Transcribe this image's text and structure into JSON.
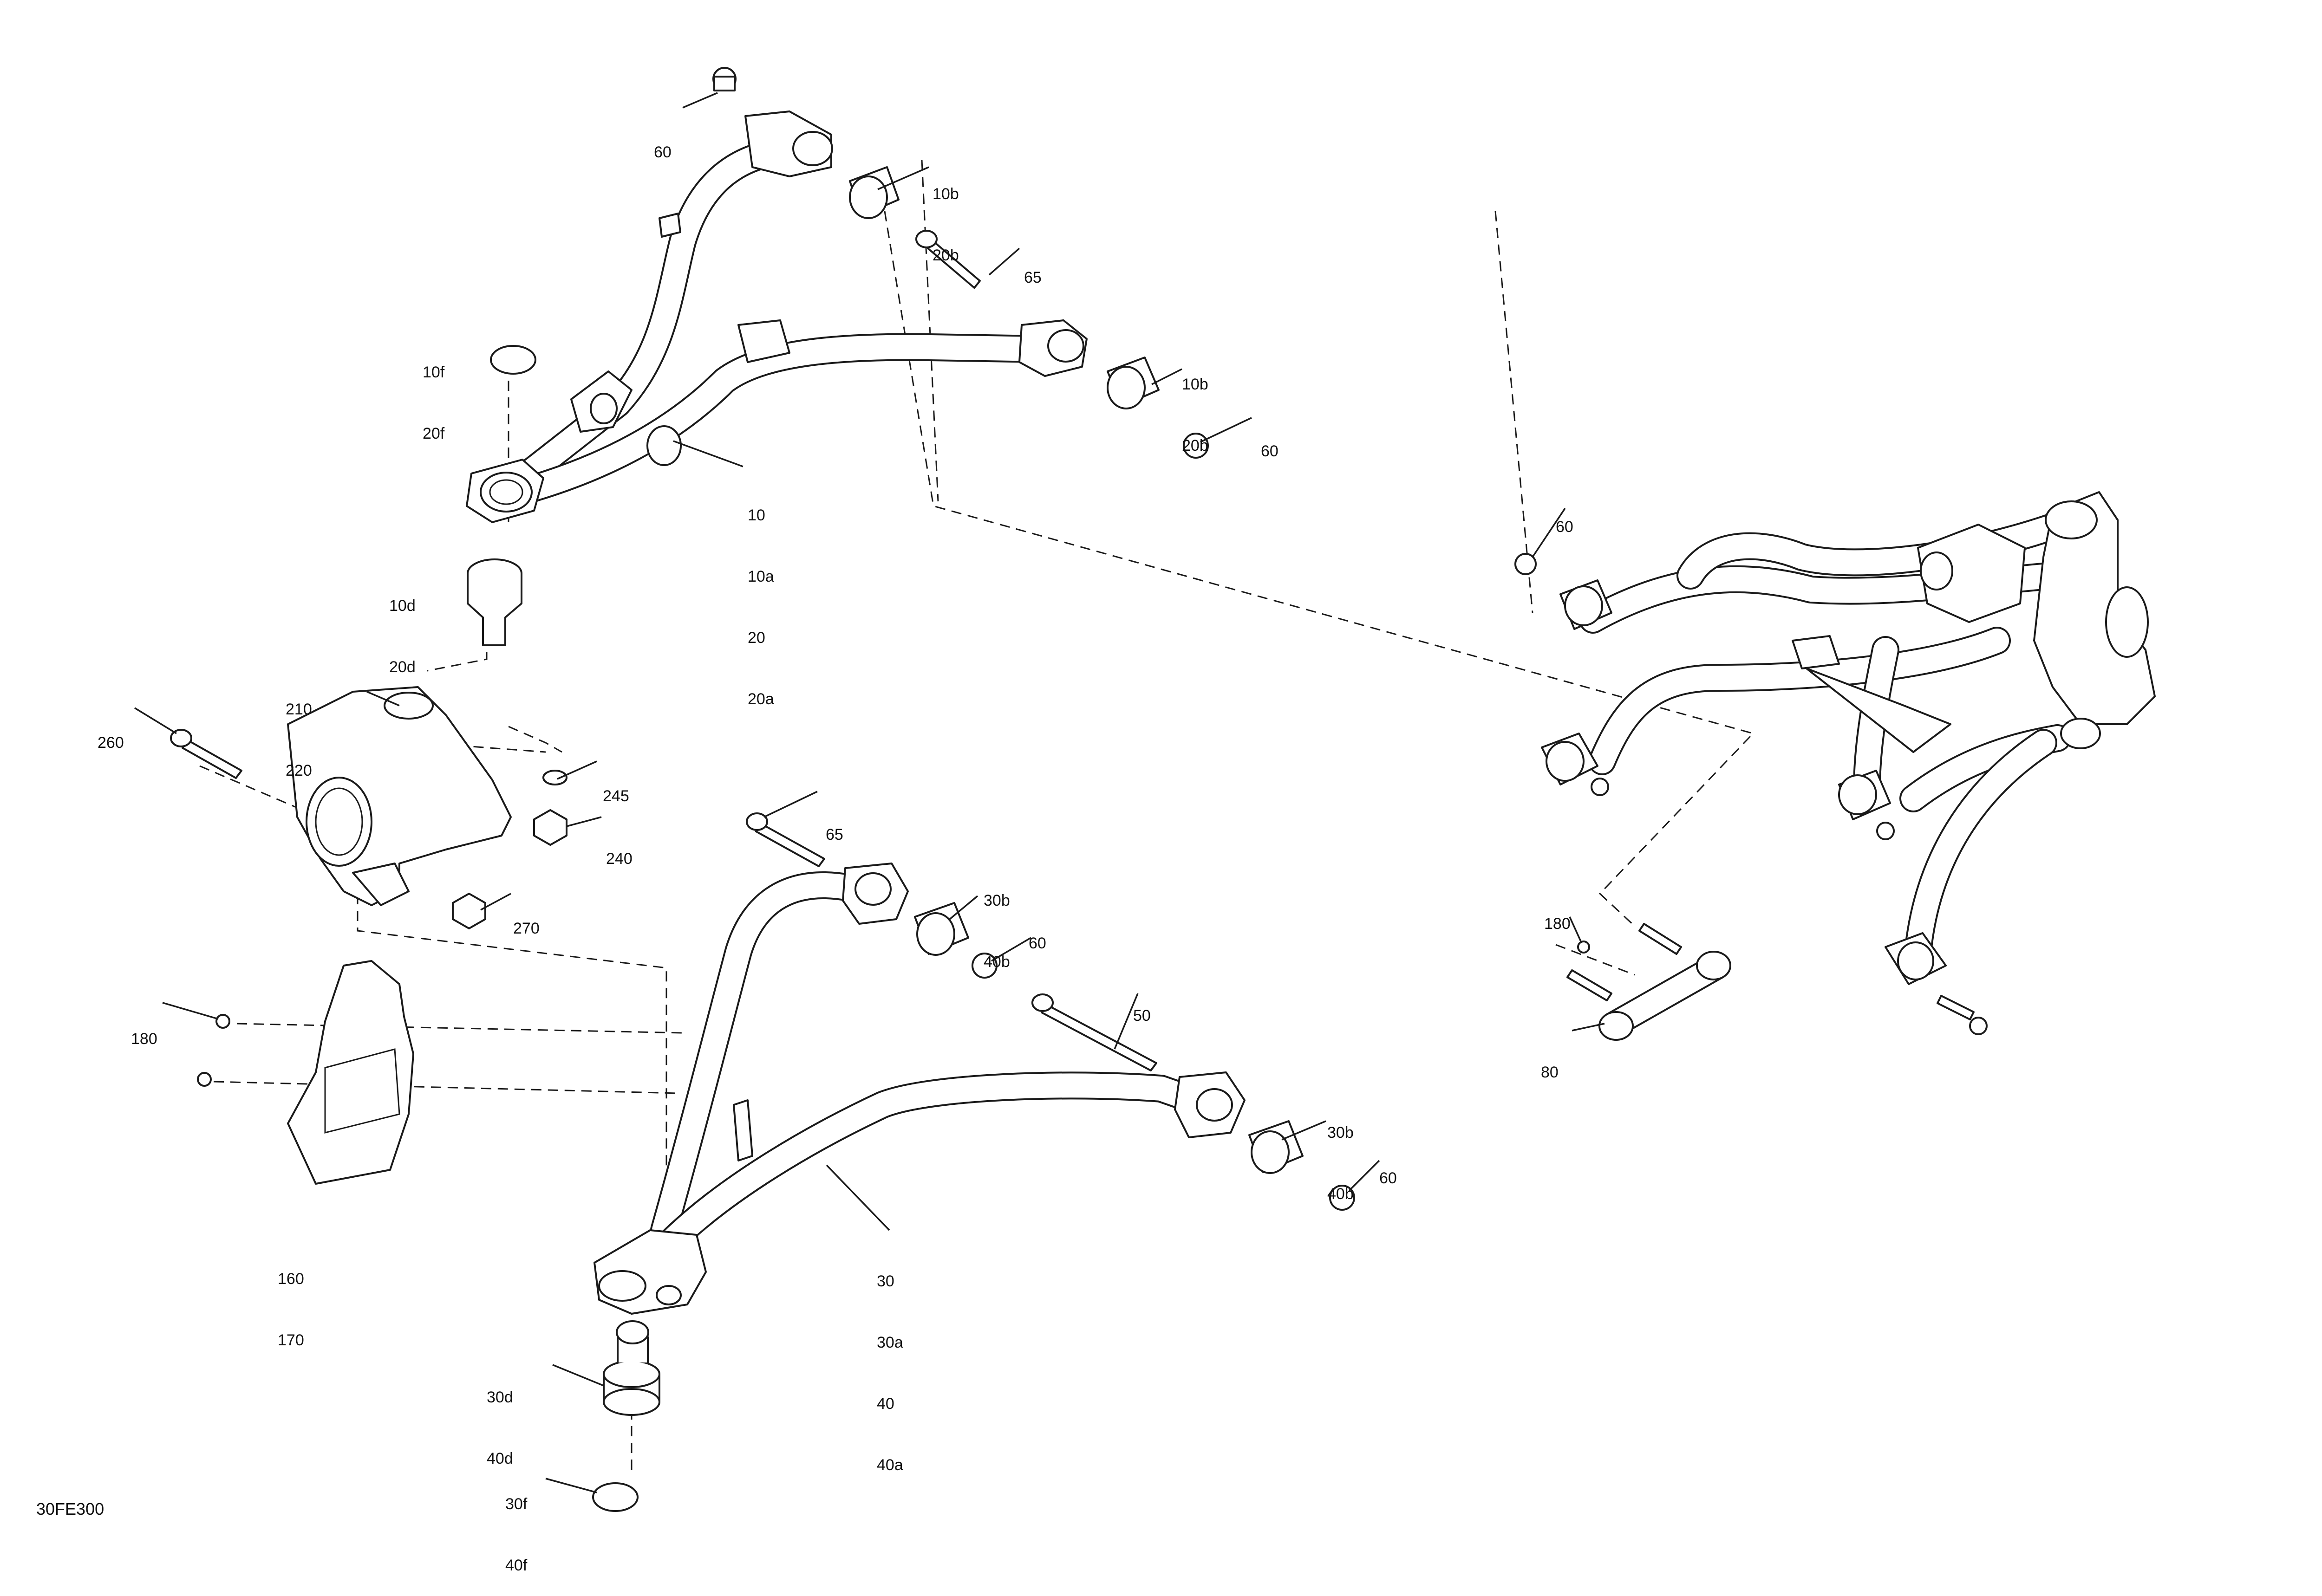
{
  "figure_id": "30FE300",
  "callouts": {
    "c60_top": [
      "60"
    ],
    "c10b_top": [
      "10b",
      "20b"
    ],
    "c65_top": [
      "65"
    ],
    "c10f": [
      "10f",
      "20f"
    ],
    "c10b_mid": [
      "10b",
      "20b"
    ],
    "c60_mid": [
      "60"
    ],
    "c10": [
      "10",
      "10a",
      "20",
      "20a"
    ],
    "c10d": [
      "10d",
      "20d"
    ],
    "c210": [
      "210",
      "220"
    ],
    "c260": [
      "260"
    ],
    "c245": [
      "245"
    ],
    "c240": [
      "240"
    ],
    "c65_low": [
      "65"
    ],
    "c30b_top": [
      "30b",
      "40b"
    ],
    "c60_low": [
      "60"
    ],
    "c270": [
      "270"
    ],
    "c180_left": [
      "180"
    ],
    "c50": [
      "50"
    ],
    "c30b_low": [
      "30b",
      "40b"
    ],
    "c60_bottom": [
      "60"
    ],
    "c160": [
      "160",
      "170"
    ],
    "c30": [
      "30",
      "30a",
      "40",
      "40a"
    ],
    "c30d": [
      "30d",
      "40d"
    ],
    "c30f": [
      "30f",
      "40f"
    ],
    "c60_right": [
      "60"
    ],
    "c180_right": [
      "180"
    ],
    "c80": [
      "80"
    ]
  }
}
